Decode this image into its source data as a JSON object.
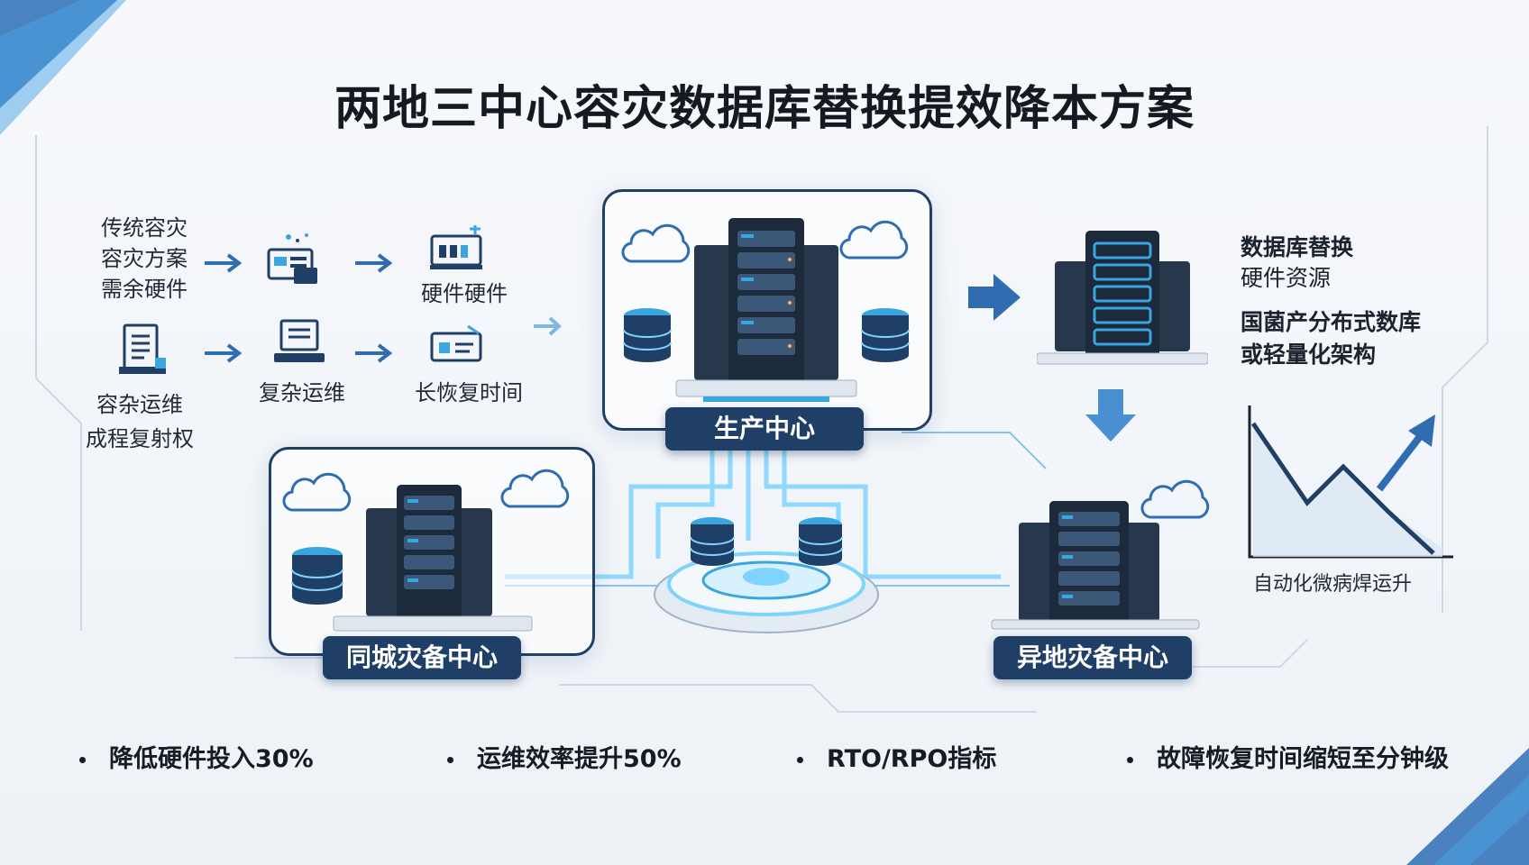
{
  "title": "两地三中心容灾数据库替换提效降本方案",
  "left_flow": {
    "traditional_label": [
      "传统容灾",
      "容灾方案",
      "需余硬件"
    ],
    "redundant_label": "硬件硬件",
    "ops_label": [
      "容杂运维",
      "成程复射权"
    ],
    "complex_ops_label": "复杂运维",
    "recovery_label": "长恢复时间"
  },
  "centers": {
    "production": "生产中心",
    "same_city": "同城灾备中心",
    "remote": "异地灾备中心"
  },
  "right_panel": {
    "replace_lines": [
      "数据库替换",
      "硬件资源"
    ],
    "target_lines": [
      "国菌产分布式数库",
      "或轻量化架构"
    ],
    "chart_caption": "自动化微病焊运升"
  },
  "bullets": [
    "降低硬件投入30%",
    "运维效率提升50%",
    "RTO/RPO指标",
    "故障恢复时间缩短至分钟级"
  ],
  "colors": {
    "navy": "#1f3f66",
    "accent_blue": "#3aa6e0",
    "glow": "#7fd4ff"
  }
}
